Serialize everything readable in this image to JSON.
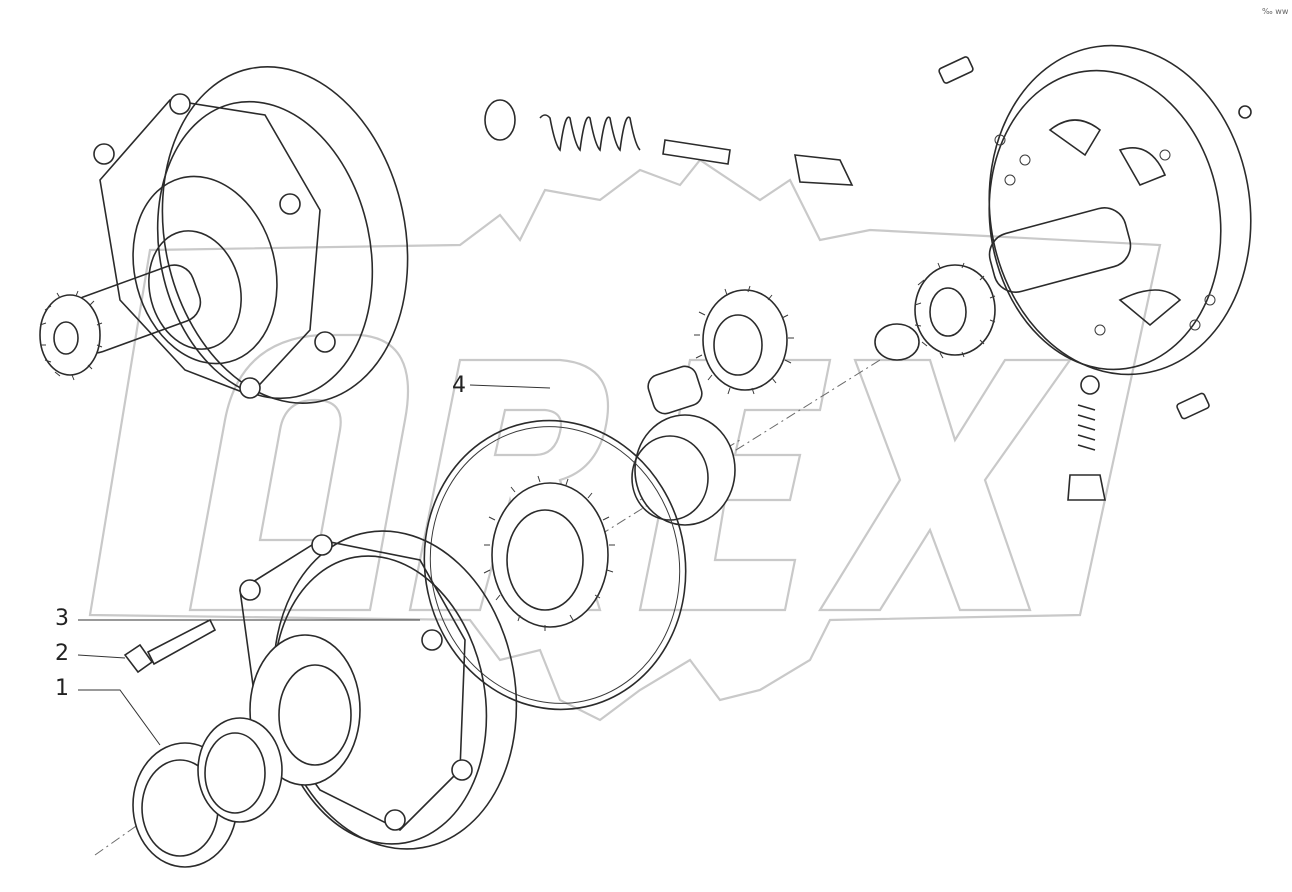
{
  "callouts": [
    {
      "id": "1",
      "label": "1"
    },
    {
      "id": "2",
      "label": "2"
    },
    {
      "id": "3",
      "label": "3"
    },
    {
      "id": "4",
      "label": "4"
    }
  ],
  "corner_note": "‰ ww",
  "watermark_logo_text": "OREX",
  "colors": {
    "line": "#2b2b2b",
    "watermark": "#c9c9c9",
    "background": "#ffffff"
  }
}
